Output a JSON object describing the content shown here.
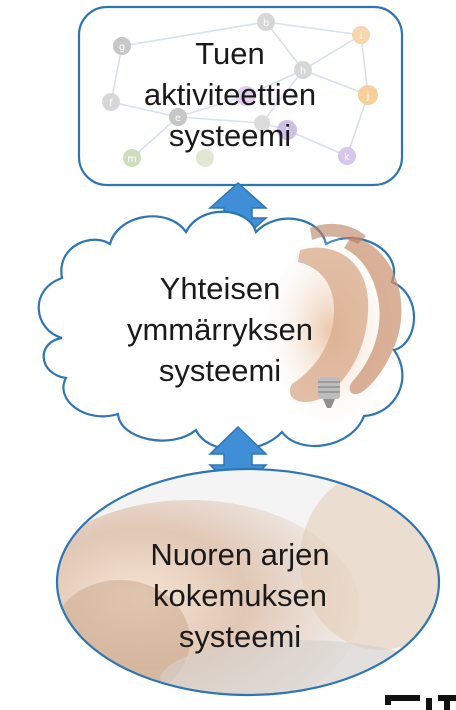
{
  "nodes": {
    "top": {
      "lines": [
        "Tuen",
        "aktiviteettien",
        "systeemi"
      ]
    },
    "middle": {
      "lines": [
        "Yhteisen",
        "ymmärryksen",
        "systeemi"
      ]
    },
    "bottom": {
      "lines": [
        "Nuoren arjen",
        "kokemuksen",
        "systeemi"
      ]
    }
  },
  "network_nodes": [
    "b",
    "g",
    "i",
    "h",
    "f",
    "e",
    "j",
    "l",
    "m",
    "k"
  ],
  "colors": {
    "shape_stroke": "#2e75b6",
    "arrow_fill": "#3f8ed6",
    "text": "#1a1a1a"
  },
  "icons": {
    "bulb": "lightbulb-icon",
    "hands": "hands-circle-image",
    "arrows": "double-arrow-icon"
  }
}
